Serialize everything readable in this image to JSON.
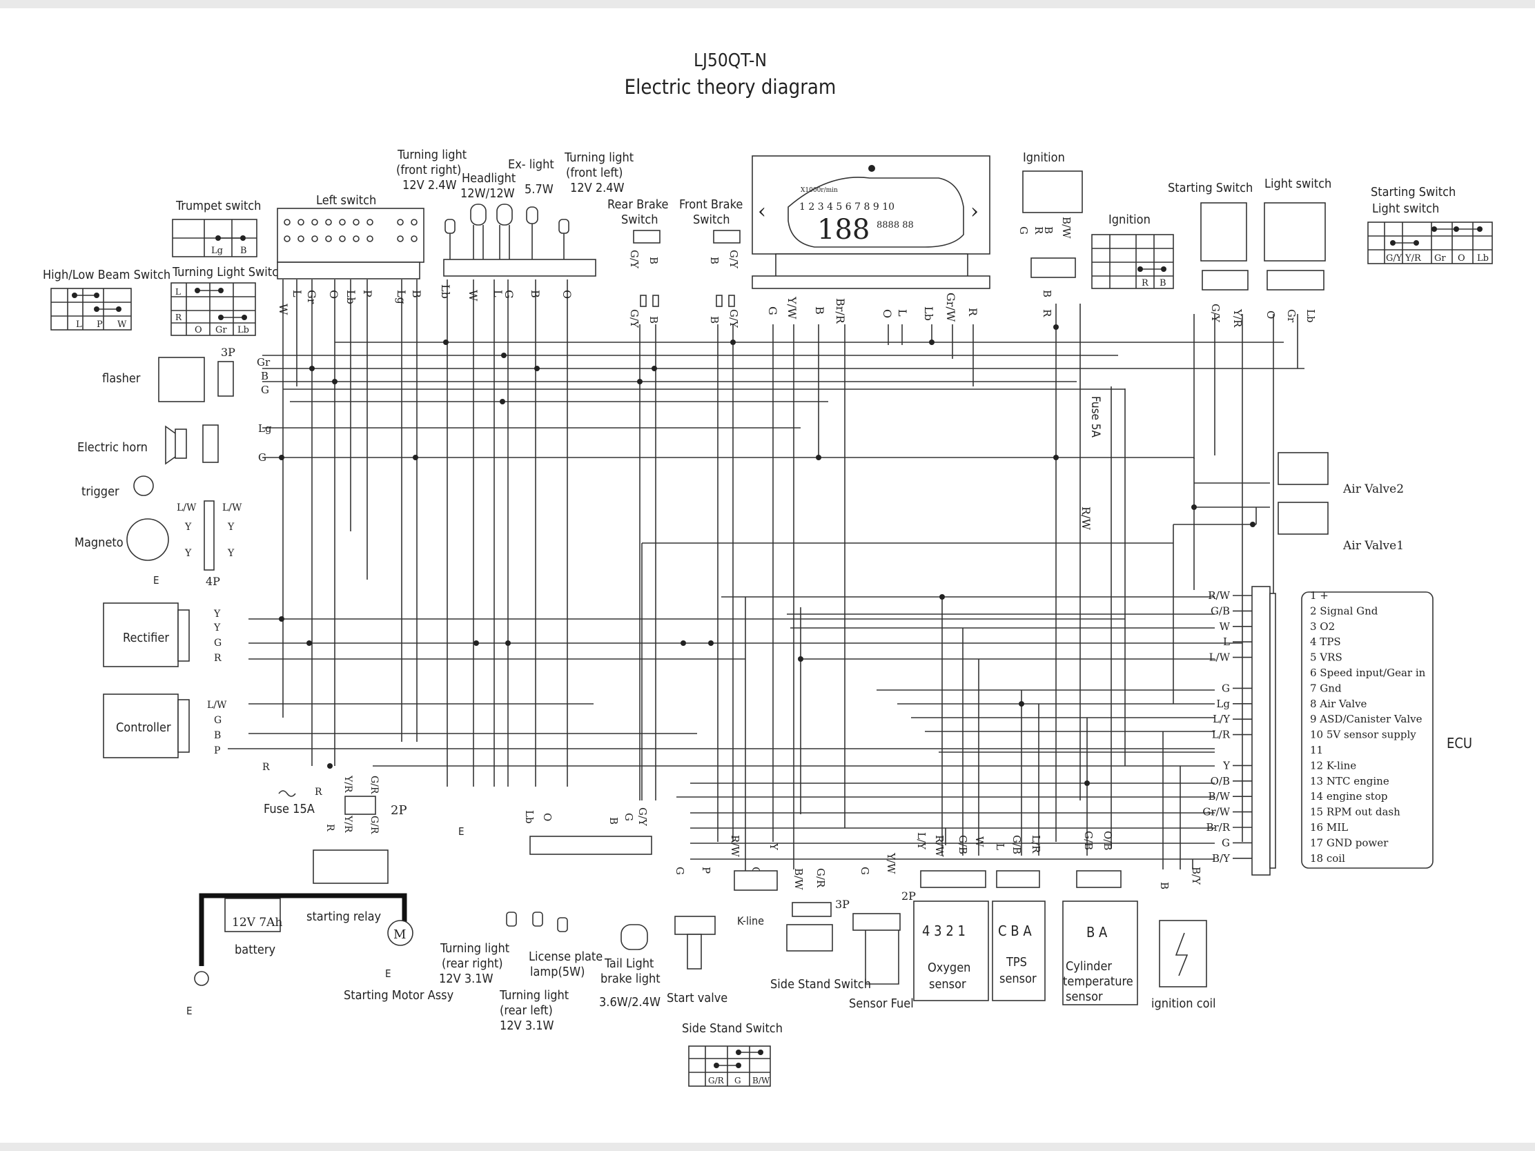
{
  "title": {
    "model": "LJ50QT-N",
    "subtitle": "Electric theory diagram"
  },
  "components": {
    "high_low_beam_switch": "High/Low Beam Switch",
    "trumpet_switch": "Trumpet switch",
    "turning_light_switch": "Turning Light Switch",
    "left_switch": "Left switch",
    "turning_light_front_right": [
      "Turning light",
      "(front right)",
      "12V 2.4W"
    ],
    "headlight": [
      "Headlight",
      "12W/12W"
    ],
    "ex_light": [
      "Ex- light",
      "5.7W"
    ],
    "turning_light_front_left": [
      "Turning light",
      "(front left)",
      "12V 2.4W"
    ],
    "rear_brake_switch": [
      "Rear Brake",
      "Switch"
    ],
    "front_brake_switch": [
      "Front Brake",
      "Switch"
    ],
    "ignition_switch": "Ignition",
    "ignition_table": "Ignition",
    "starting_switch": "Starting Switch",
    "light_switch": "Light switch",
    "starting_light_switch": [
      "Starting Switch",
      "Light switch"
    ],
    "flasher": "flasher",
    "flasher_connector": "3P",
    "electric_horn": "Electric horn",
    "trigger": "trigger",
    "magneto": "Magneto",
    "magneto_connector": "4P",
    "rectifier": "Rectifier",
    "controller": "Controller",
    "fuse_15a": "Fuse 15A",
    "fuse_5a": "Fuse 5A",
    "relay_connector": "2P",
    "battery": "battery",
    "battery_rating": "12V 7Ah",
    "starting_relay": "starting relay",
    "starting_motor": "Starting Motor Assy",
    "motor_symbol": "M",
    "turning_light_rear_right": [
      "Turning light",
      "(rear right)",
      "12V 3.1W"
    ],
    "turning_light_rear_left": [
      "Turning light",
      "(rear left)",
      "12V 3.1W"
    ],
    "license_plate_lamp": [
      "License plate",
      "lamp(5W)"
    ],
    "tail_light": [
      "Tail Light",
      "brake light",
      "3.6W/2.4W"
    ],
    "start_valve": "Start valve",
    "k_line": "K-line",
    "side_stand_switch_conn": "Side Stand Switch",
    "side_stand_connector": "3P",
    "sensor_fuel": "Sensor Fuel",
    "sensor_fuel_connector": "2P",
    "oxygen_sensor": [
      "Oxygen",
      "sensor"
    ],
    "oxygen_pins": "4 3 2 1",
    "tps_sensor": [
      "TPS",
      "sensor"
    ],
    "tps_pins": "C B A",
    "cylinder_sensor": [
      "Cylinder",
      "temperature",
      "sensor"
    ],
    "cylinder_pins": "B A",
    "ignition_coil": "ignition coil",
    "air_valve2": "Air Valve2",
    "air_valve1": "Air Valve1",
    "ecu": "ECU",
    "side_stand_switch_table": "Side Stand Switch",
    "ground": "E"
  },
  "ecu_pins": [
    {
      "wire": "R/W",
      "label": "1  +"
    },
    {
      "wire": "G/B",
      "label": "2 Signal Gnd"
    },
    {
      "wire": "W",
      "label": "3  O2"
    },
    {
      "wire": "L",
      "label": "4  TPS"
    },
    {
      "wire": "L/W",
      "label": "5  VRS"
    },
    {
      "wire": "",
      "label": "6 Speed input/Gear in"
    },
    {
      "wire": "G",
      "label": "7  Gnd"
    },
    {
      "wire": "Lg",
      "label": "8 Air Valve"
    },
    {
      "wire": "L/Y",
      "label": "9 ASD/Canister Valve"
    },
    {
      "wire": "L/R",
      "label": "10  5V sensor supply"
    },
    {
      "wire": "",
      "label": "11"
    },
    {
      "wire": "Y",
      "label": "12 K-line"
    },
    {
      "wire": "O/B",
      "label": "13 NTC engine"
    },
    {
      "wire": "B/W",
      "label": "14 engine stop"
    },
    {
      "wire": "Gr/W",
      "label": "15 RPM out dash"
    },
    {
      "wire": "Br/R",
      "label": "16 MIL"
    },
    {
      "wire": "G",
      "label": "17  GND power"
    },
    {
      "wire": "B/Y",
      "label": "18  coil"
    }
  ],
  "tables": {
    "high_low_beam": {
      "cols": [
        "L",
        "P",
        "W"
      ]
    },
    "trumpet": {
      "cols": [
        "Lg",
        "B"
      ]
    },
    "turning_light": {
      "cols": [
        "O",
        "Gr",
        "Lb"
      ],
      "rows": [
        "L",
        "R"
      ]
    },
    "ignition": {
      "cols": [
        "R",
        "B"
      ]
    },
    "starting_light": {
      "cols": [
        "G/Y",
        "Y/R",
        "Gr",
        "O",
        "Lb"
      ]
    },
    "side_stand": {
      "cols": [
        "G/R",
        "G",
        "B/W"
      ]
    }
  },
  "wire_labels": {
    "left_switch": [
      "W",
      "L",
      "Gr",
      "O",
      "Lb",
      "P",
      "Lg",
      "B"
    ],
    "front_lights": [
      "Lb",
      "W",
      "L",
      "G",
      "B",
      "O"
    ],
    "rear_brake": [
      "G/Y",
      "B",
      "G/Y",
      "B"
    ],
    "front_brake": [
      "B",
      "G/Y",
      "B",
      "G/Y"
    ],
    "dash": [
      "G",
      "Y/W",
      "B",
      "Br/R",
      "O",
      "L",
      "Lb",
      "Gr/W",
      "R"
    ],
    "ignition": [
      "G",
      "R",
      "B",
      "B/W",
      "B",
      "R"
    ],
    "starting_switch": [
      "G/Y",
      "Y/R"
    ],
    "light_switch": [
      "O",
      "Gr",
      "Lb"
    ],
    "flasher": [
      "Gr",
      "B",
      "G"
    ],
    "horn": [
      "Lg",
      "G"
    ],
    "magneto_left": [
      "L/W",
      "Y",
      "Y"
    ],
    "magneto_right": [
      "L/W",
      "Y",
      "Y"
    ],
    "rectifier": [
      "Y",
      "Y",
      "G",
      "R"
    ],
    "controller": [
      "L/W",
      "G",
      "B",
      "P"
    ],
    "fuse15": [
      "R",
      "R"
    ],
    "relay": [
      "Y/R",
      "G/R",
      "Y/R",
      "G/R",
      "R",
      "R",
      "G/R"
    ],
    "rear_harness": [
      "Lb",
      "O",
      "B",
      "G",
      "G/Y"
    ],
    "start_valve": [
      "G",
      "P"
    ],
    "kline": [
      "R/W",
      "Y",
      "G",
      "B/W",
      "G/R"
    ],
    "sensor_fuel": [
      "G",
      "Y/W"
    ],
    "oxygen": [
      "L/Y",
      "R/W",
      "G/B",
      "W"
    ],
    "tps": [
      "L",
      "G/B",
      "L/R"
    ],
    "cylinder": [
      "G/B",
      "O/B"
    ],
    "coil": [
      "B",
      "B/Y"
    ],
    "fuse5_wire": "R/W"
  },
  "dash_gauge": {
    "digits": "1 2 3 4 5 6 7 8 9 10",
    "scale": "X1000r/min",
    "odo": "8888 88",
    "big": "188"
  }
}
